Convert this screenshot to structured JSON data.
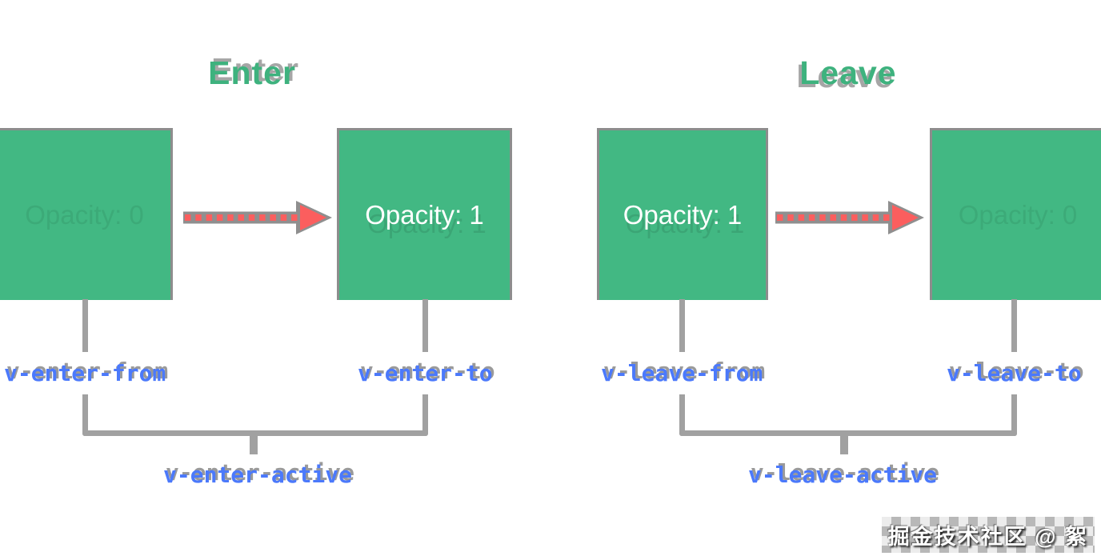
{
  "enter": {
    "title": "Enter",
    "from_box_text": "Opacity: 0",
    "to_box_text": "Opacity: 1",
    "from_class": "v-enter-from",
    "to_class": "v-enter-to",
    "active_class": "v-enter-active"
  },
  "leave": {
    "title": "Leave",
    "from_box_text": "Opacity: 1",
    "to_box_text": "Opacity: 0",
    "from_class": "v-leave-from",
    "to_class": "v-leave-to",
    "active_class": "v-leave-active"
  },
  "watermark": {
    "text": "掘金技术社区 @ 絮"
  },
  "colors": {
    "box_green": "#42b883",
    "title_green": "#3eb27e",
    "class_label_blue": "#4b79fb",
    "arrow_red": "#fb5e5e",
    "line_gray": "#a1a1a1",
    "box_border_gray": "#8d8d8d"
  }
}
